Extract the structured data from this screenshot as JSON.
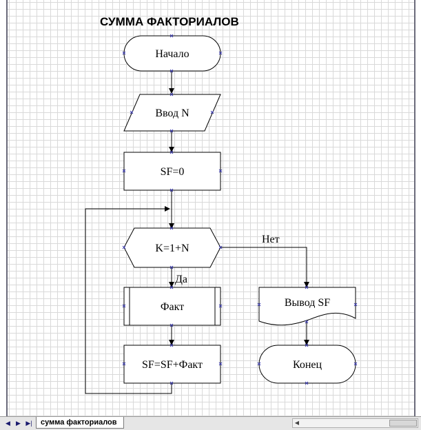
{
  "diagram": {
    "title": "СУММА ФАКТОРИАЛОВ",
    "nodes": {
      "start": "Начало",
      "input": "Ввод N",
      "init": "SF=0",
      "loop": "K=1+N",
      "fact": "Факт",
      "sum": "SF=SF+Факт",
      "output": "Вывод SF",
      "end": "Конец"
    },
    "edge_labels": {
      "yes": "Да",
      "no": "Нет"
    }
  },
  "tabbar": {
    "nav_first": "◀",
    "nav_next": "▶",
    "nav_last": "▶|",
    "sheet_tab": "сумма факториалов",
    "scroll_left": "◀"
  }
}
